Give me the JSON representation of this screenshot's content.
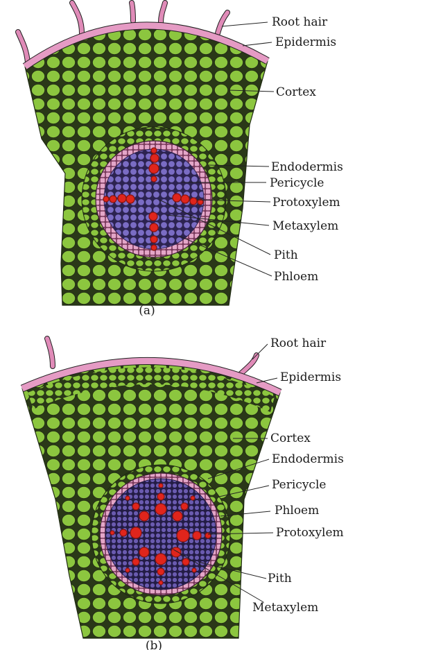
{
  "colors": {
    "background": "#ffffff",
    "cortex": "#8cc63f",
    "cortex_dark": "#6aa82e",
    "cell_wall": "#1f2a12",
    "epidermis": "#e59bc4",
    "root_hair": "#e08bb8",
    "endodermis": "#d690b6",
    "stele": "#6a5bb0",
    "stele_cell": "#7a6cc4",
    "xylem": "#e0251c",
    "xylem_dark": "#8a1410",
    "leader": "#222222"
  },
  "figure_a": {
    "caption": "(a)",
    "labels": {
      "root_hair": "Root hair",
      "epidermis": "Epidermis",
      "cortex": "Cortex",
      "endodermis": "Endodermis",
      "pericycle": "Pericycle",
      "protoxylem": "Protoxylem",
      "metaxylem": "Metaxylem",
      "pith": "Pith",
      "phloem": "Phloem"
    }
  },
  "figure_b": {
    "caption": "(b)",
    "labels": {
      "root_hair": "Root hair",
      "epidermis": "Epidermis",
      "cortex": "Cortex",
      "endodermis": "Endodermis",
      "pericycle": "Pericycle",
      "phloem": "Phloem",
      "protoxylem": "Protoxylem",
      "pith": "Pith",
      "metaxylem": "Metaxylem"
    }
  }
}
